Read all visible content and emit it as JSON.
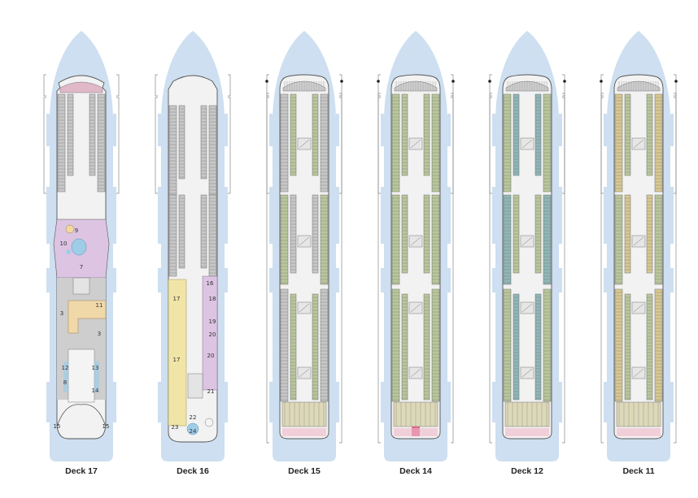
{
  "colors": {
    "water": "#cddff0",
    "hull": "#f2f2f2",
    "cabin_green": "#b9c79a",
    "cabin_tan": "#d8c890",
    "cabin_teal": "#8fb7b7",
    "cabin_grey": "#c7c7c7",
    "pool_deck": "#dcc4e2",
    "lido": "#cecece",
    "sun_yellow": "#f0e5a6",
    "tan_area": "#f0d8a8",
    "pink": "#f0b8c6",
    "pool_blue": "#9fcde8",
    "outline": "#555555"
  },
  "decks": [
    {
      "label": "Deck 17",
      "variant": "d17"
    },
    {
      "label": "Deck 16",
      "variant": "d16"
    },
    {
      "label": "Deck 15",
      "variant": "full"
    },
    {
      "label": "Deck 14",
      "variant": "full"
    },
    {
      "label": "Deck 12",
      "variant": "full"
    },
    {
      "label": "Deck 11",
      "variant": "full"
    }
  ],
  "deck17_areas": [
    {
      "num": "9"
    },
    {
      "num": "10"
    },
    {
      "num": "7"
    },
    {
      "num": "11"
    },
    {
      "num": "3"
    },
    {
      "num": "3"
    },
    {
      "num": "12"
    },
    {
      "num": "13"
    },
    {
      "num": "8"
    },
    {
      "num": "14"
    },
    {
      "num": "15"
    },
    {
      "num": "15"
    }
  ],
  "deck16_areas": [
    {
      "num": "16"
    },
    {
      "num": "17"
    },
    {
      "num": "18"
    },
    {
      "num": "19"
    },
    {
      "num": "20"
    },
    {
      "num": "17"
    },
    {
      "num": "20"
    },
    {
      "num": "21"
    },
    {
      "num": "22"
    },
    {
      "num": "23"
    },
    {
      "num": "24"
    }
  ]
}
